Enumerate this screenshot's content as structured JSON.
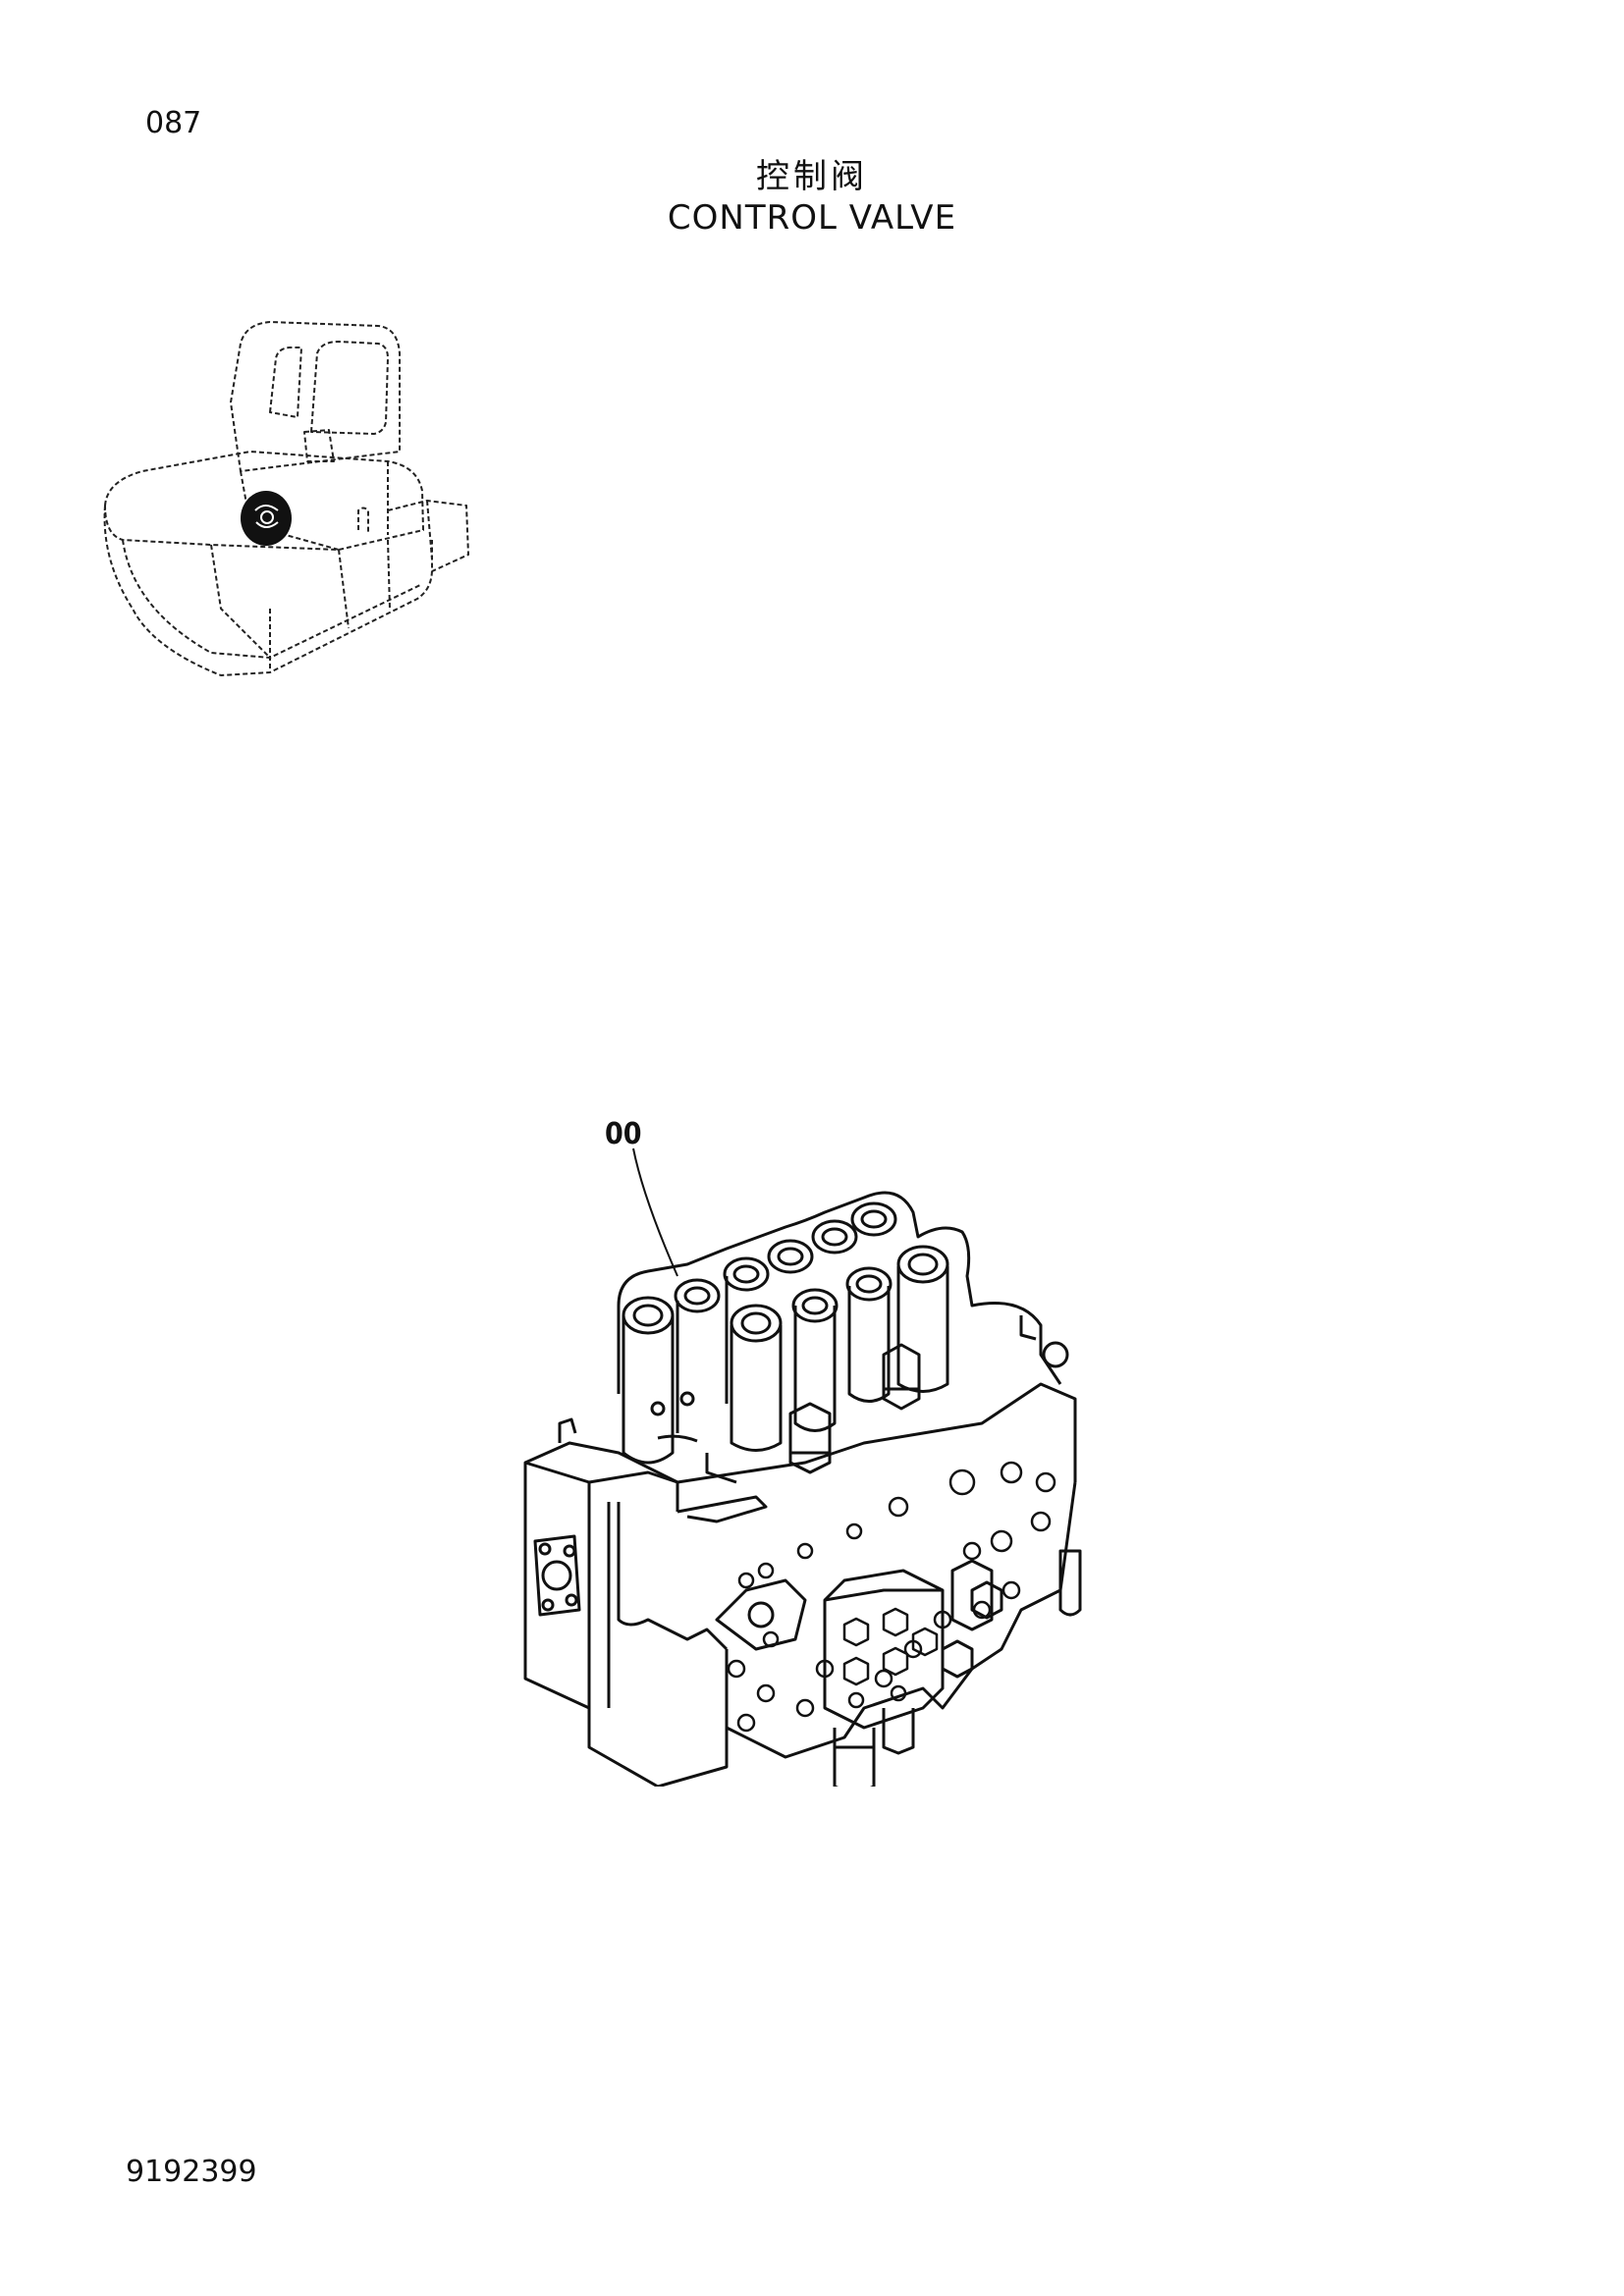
{
  "page": {
    "number": "087",
    "title_cn": "控制阀",
    "title_en": "CONTROL VALVE",
    "drawing_number": "9192399"
  },
  "diagram": {
    "callouts": [
      {
        "label": "00"
      }
    ],
    "icons": [
      "excavator-locator-icon",
      "control-valve-assembly-icon"
    ]
  }
}
